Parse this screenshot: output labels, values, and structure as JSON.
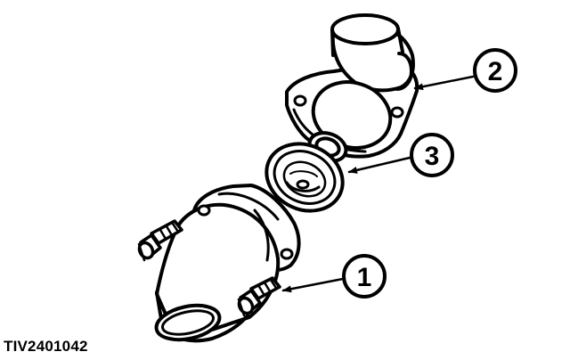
{
  "callouts": [
    {
      "number": "1"
    },
    {
      "number": "2"
    },
    {
      "number": "3"
    }
  ],
  "figure_id": "TIV2401042"
}
